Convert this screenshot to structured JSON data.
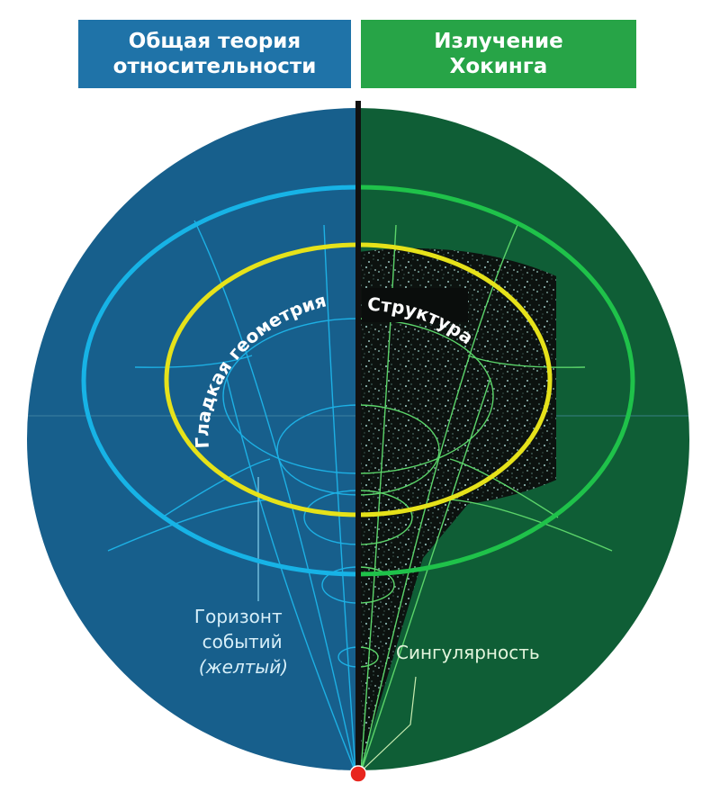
{
  "headers": {
    "left": {
      "line1": "Общая теория",
      "line2": "относительности"
    },
    "right": {
      "line1": "Излучение",
      "line2": "Хокинга"
    }
  },
  "labels": {
    "smooth_geometry": "Гладкая геометрия",
    "structure": "Структура",
    "horizon_line1": "Горизонт",
    "horizon_line2": "событий",
    "horizon_line3": "(желтый)",
    "singularity": "Сингулярность"
  },
  "colors": {
    "gr_blue": "#1f73a8",
    "disc_blue": "#175f8c",
    "hawking_green": "#27a447",
    "disc_green": "#0f5e36",
    "ring_cyan": "#17b3e6",
    "ring_green": "#1fc24a",
    "horizon_yellow": "#e6e21a",
    "singularity_red": "#e8261e",
    "divider_black": "#111111"
  }
}
